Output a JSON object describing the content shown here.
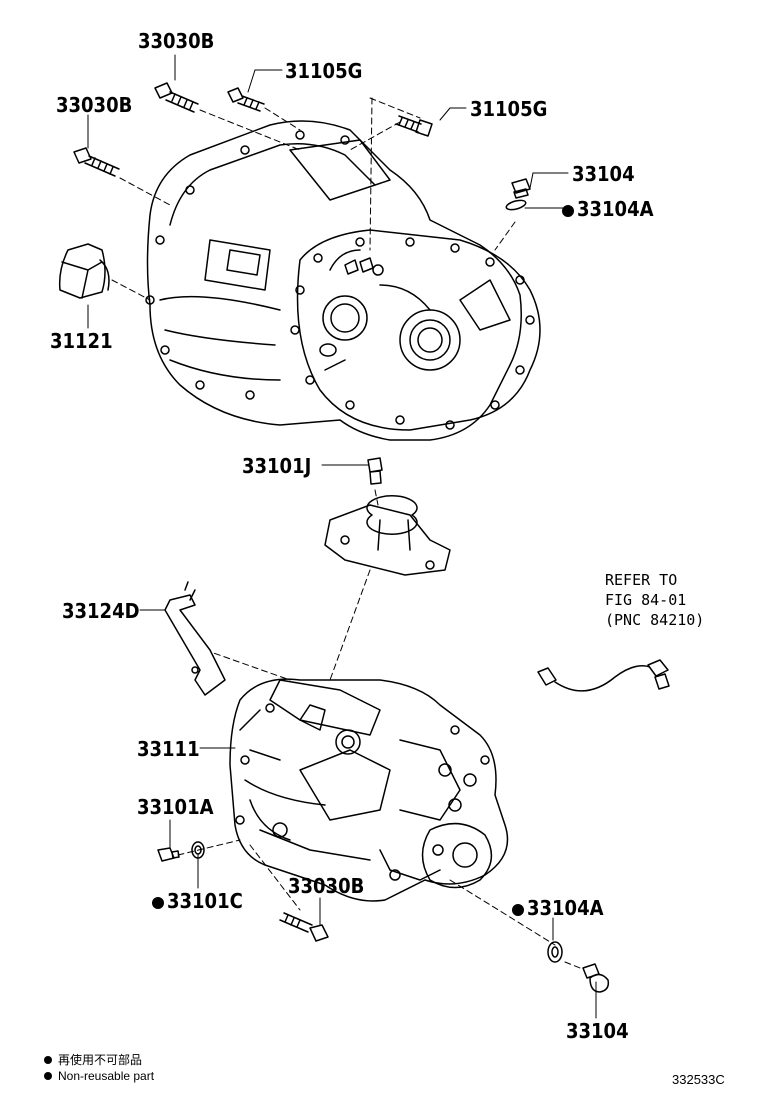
{
  "labels": {
    "l_33030B_top": "33030B",
    "l_31105G_a": "31105G",
    "l_33030B_left": "33030B",
    "l_31105G_b": "31105G",
    "l_33104_top": "33104",
    "l_33104A_top": "33104A",
    "l_31121": "31121",
    "l_33101J": "33101J",
    "l_33124D": "33124D",
    "l_33111": "33111",
    "l_33101A": "33101A",
    "l_33101C": "33101C",
    "l_33030B_bottom": "33030B",
    "l_33104A_bottom": "33104A",
    "l_33104_bottom": "33104"
  },
  "refer": {
    "line1": "REFER TO",
    "line2": "FIG 84-01",
    "line3": "(PNC 84210)"
  },
  "legend": {
    "jp": "再使用不可部品",
    "en": "Non-reusable part"
  },
  "figure_code": "332533C"
}
